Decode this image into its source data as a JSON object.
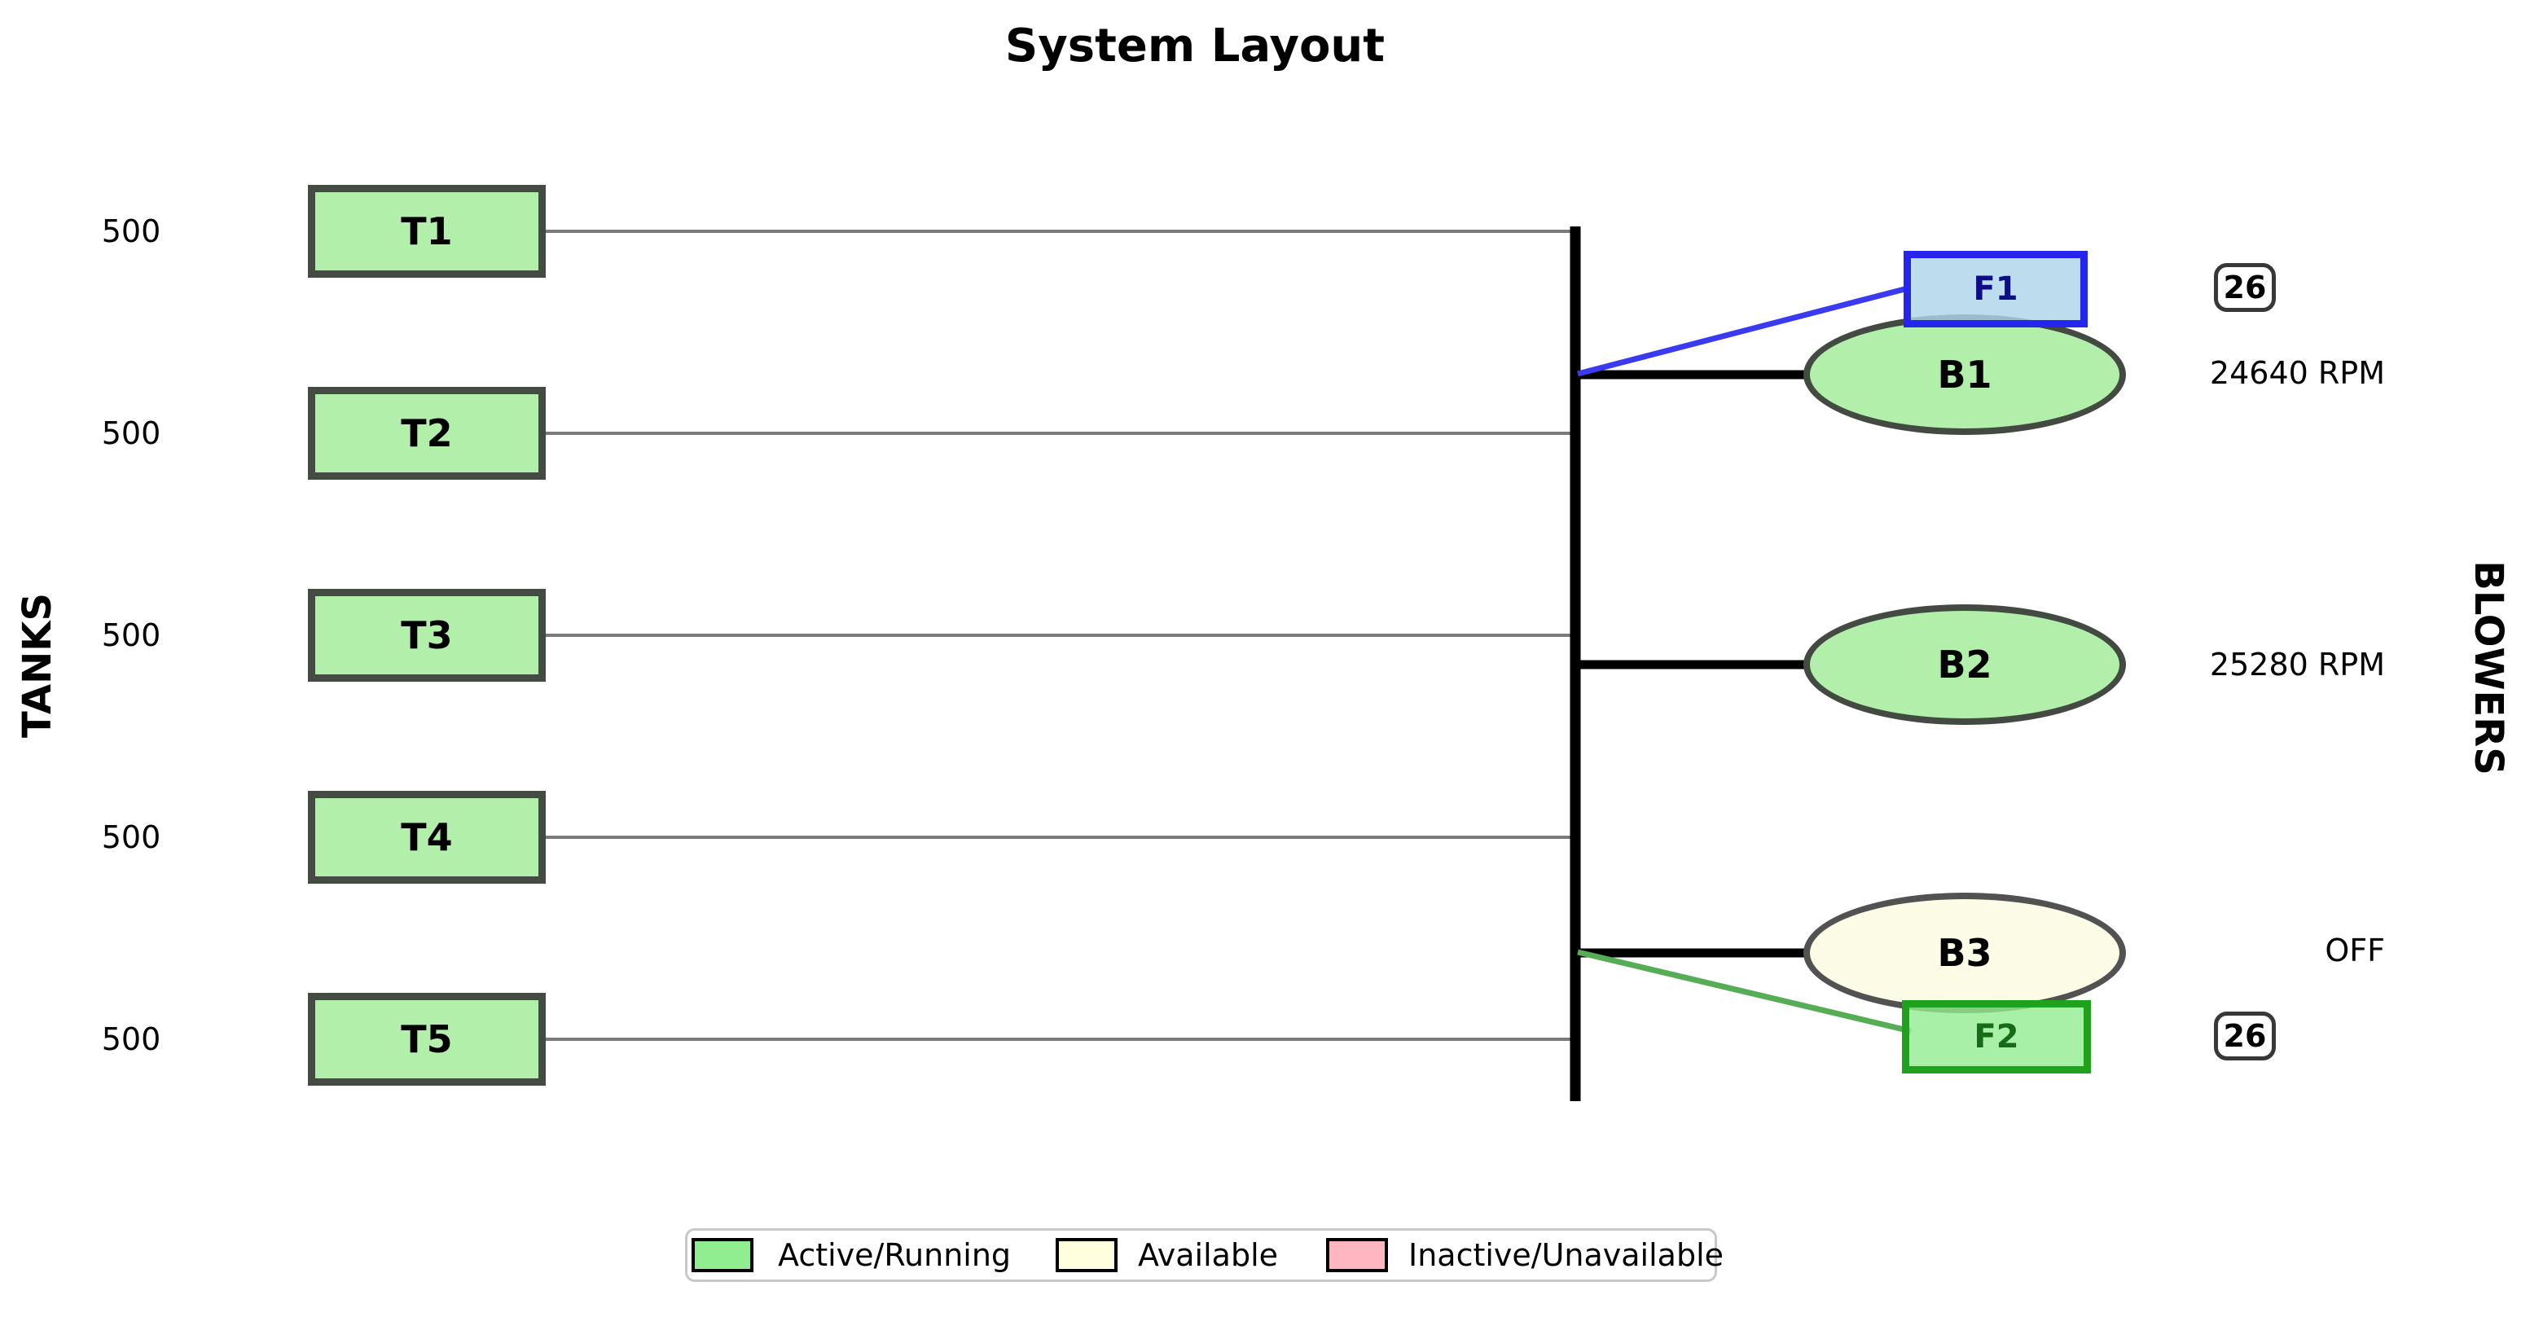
{
  "figure": {
    "title": "System Layout"
  },
  "axes": {
    "left_label": "TANKS",
    "right_label": "BLOWERS"
  },
  "tanks": [
    {
      "id": "T1",
      "capacity": "500",
      "state": "active"
    },
    {
      "id": "T2",
      "capacity": "500",
      "state": "active"
    },
    {
      "id": "T3",
      "capacity": "500",
      "state": "active"
    },
    {
      "id": "T4",
      "capacity": "500",
      "state": "active"
    },
    {
      "id": "T5",
      "capacity": "500",
      "state": "active"
    }
  ],
  "blowers": [
    {
      "id": "B1",
      "status": "24640 RPM",
      "state": "active"
    },
    {
      "id": "B2",
      "status": "25280 RPM",
      "state": "active"
    },
    {
      "id": "B3",
      "status": "OFF",
      "state": "available"
    }
  ],
  "fans": [
    {
      "id": "F1",
      "count": "26"
    },
    {
      "id": "F2",
      "count": "26"
    }
  ],
  "legend": [
    {
      "label": "Active/Running",
      "color": "#90EE90"
    },
    {
      "label": "Available",
      "color": "#FFFFE0"
    },
    {
      "label": "Inactive/Unavailable",
      "color": "#FFB6C1"
    }
  ]
}
